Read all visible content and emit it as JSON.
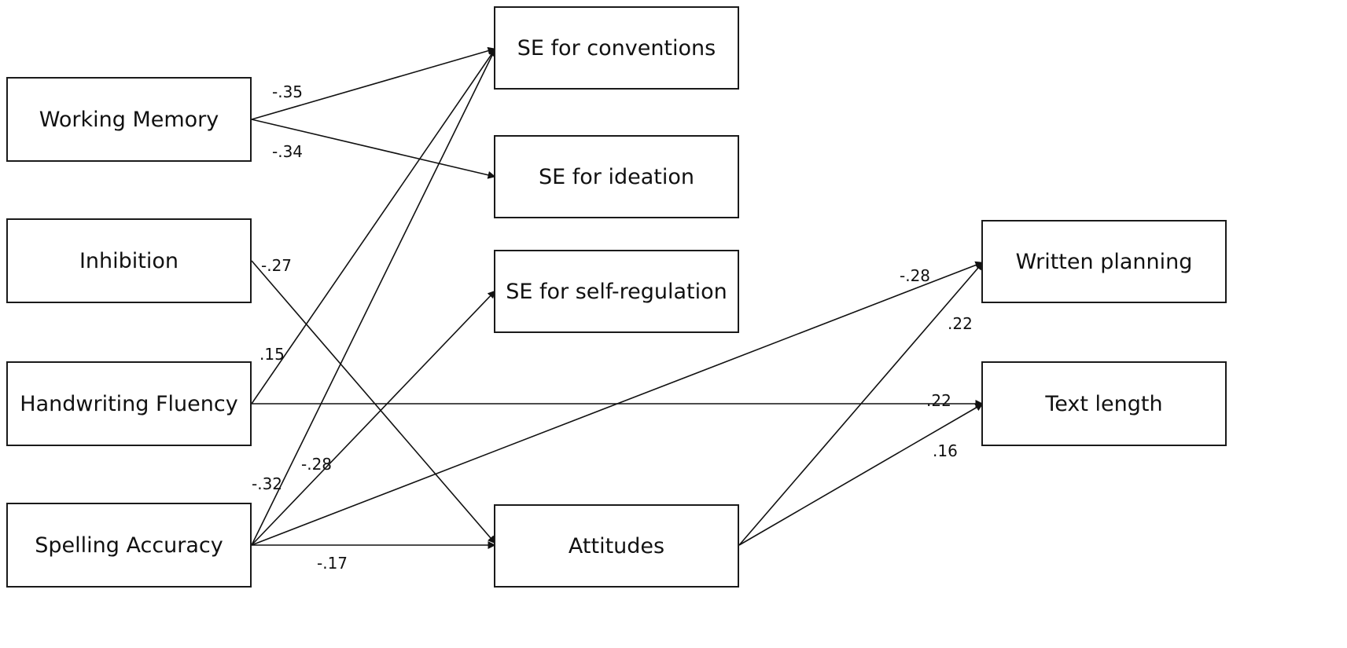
{
  "nodes": {
    "working_memory": "Working Memory",
    "inhibition": "Inhibition",
    "handwriting_fluency": "Handwriting Fluency",
    "spelling_accuracy": "Spelling Accuracy",
    "se_conventions": "SE for conventions",
    "se_ideation": "SE for ideation",
    "se_self_regulation": "SE for self-regulation",
    "attitudes": "Attitudes",
    "written_planning": "Written planning",
    "text_length": "Text length"
  },
  "paths": [
    {
      "from": "working_memory",
      "to": "se_conventions",
      "coef": "-.35"
    },
    {
      "from": "working_memory",
      "to": "se_ideation",
      "coef": "-.34"
    },
    {
      "from": "inhibition",
      "to": "attitudes",
      "coef": "-.27"
    },
    {
      "from": "handwriting_fluency",
      "to": "se_conventions",
      "coef": ".15"
    },
    {
      "from": "handwriting_fluency",
      "to": "text_length",
      "coef": ".22"
    },
    {
      "from": "spelling_accuracy",
      "to": "se_conventions",
      "coef": "-.32"
    },
    {
      "from": "spelling_accuracy",
      "to": "se_self_regulation",
      "coef": "-.28"
    },
    {
      "from": "spelling_accuracy",
      "to": "written_planning",
      "coef": "-.28"
    },
    {
      "from": "spelling_accuracy",
      "to": "attitudes",
      "coef": "-.17"
    },
    {
      "from": "attitudes",
      "to": "written_planning",
      "coef": ".22"
    },
    {
      "from": "attitudes",
      "to": "text_length",
      "coef": ".16"
    }
  ]
}
